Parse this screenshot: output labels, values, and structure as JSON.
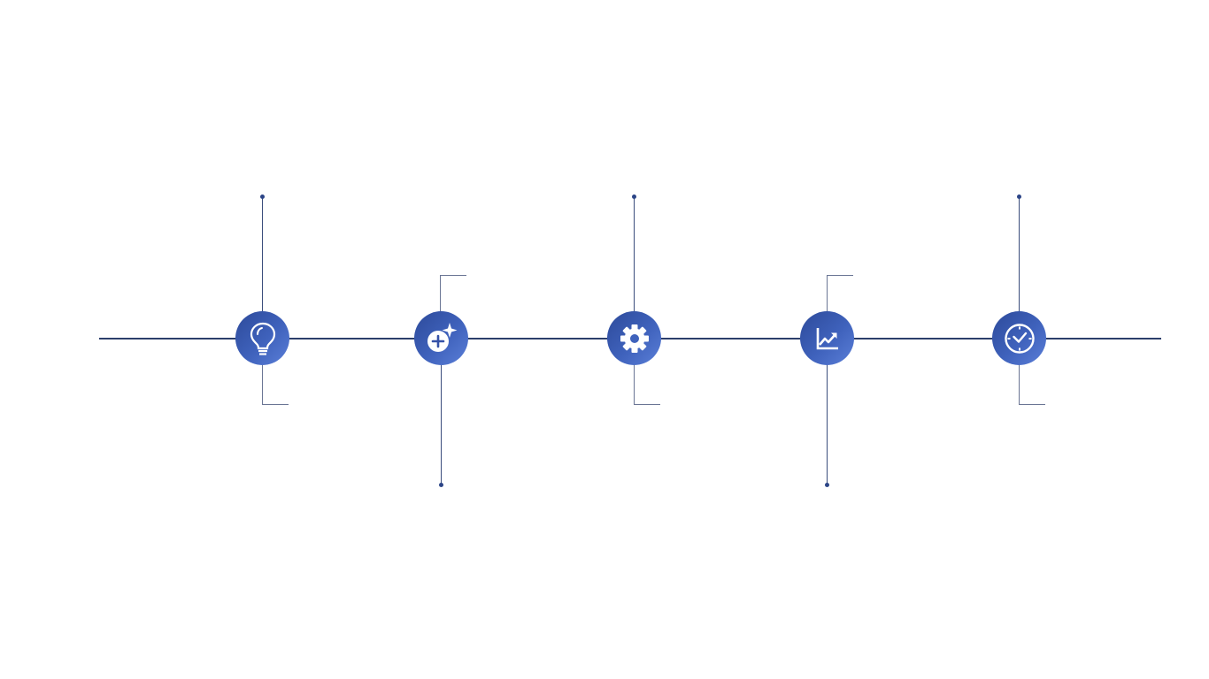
{
  "colors": {
    "line": "#2c3e6b",
    "node_dark": "#2d4a9a",
    "node_light": "#5b7fd8",
    "dot": "#2c4587"
  },
  "nodes": [
    {
      "icon": "lightbulb-icon",
      "stem": "up"
    },
    {
      "icon": "add-sparkle-icon",
      "stem": "down"
    },
    {
      "icon": "gear-icon",
      "stem": "up"
    },
    {
      "icon": "trend-chart-icon",
      "stem": "down"
    },
    {
      "icon": "clock-icon",
      "stem": "up"
    }
  ]
}
